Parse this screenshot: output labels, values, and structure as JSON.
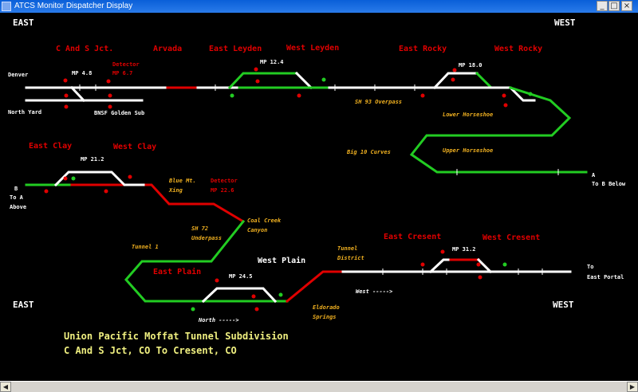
{
  "window": {
    "title": "ATCS Monitor Dispatcher Display",
    "buttons": {
      "minimize": "_",
      "maximize": "□",
      "close": "×"
    }
  },
  "scrollbar": {
    "left_arrow": "◀",
    "right_arrow": "▶"
  },
  "colors": {
    "background": "#000000",
    "track_unoccupied": "#ffffff",
    "track_occupied": "#e00000",
    "track_lined": "#22cc22",
    "station_label": "#e00000",
    "note_label": "#f0b020",
    "text": "#ffffff"
  },
  "display": {
    "top": {
      "east": "EAST",
      "west": "WEST"
    },
    "bottom": {
      "east": "EAST",
      "west": "WEST"
    },
    "stations": {
      "c_and_s_jct": "C And S Jct.",
      "arvada": "Arvada",
      "east_leyden": "East Leyden",
      "west_leyden": "West Leyden",
      "east_rocky": "East Rocky",
      "west_rocky": "West Rocky",
      "east_clay": "East Clay",
      "west_clay": "West Clay",
      "east_plain": "East Plain",
      "west_plain": "West Plain",
      "east_cresent": "East Cresent",
      "west_cresent": "West Cresent"
    },
    "mileposts": {
      "mp_4_8": "MP 4.8",
      "mp_12_4": "MP 12.4",
      "mp_18_0": "MP 18.0",
      "mp_21_2": "MP 21.2",
      "mp_24_5": "MP 24.5",
      "mp_31_2": "MP 31.2"
    },
    "places": {
      "denver": "Denver",
      "north_yard": "North Yard",
      "bnsf_golden_sub": "BNSF Golden Sub",
      "b_left": "B",
      "to_a_above_1": "To A",
      "to_a_above_2": "Above",
      "a_right": "A",
      "to_b_below": "To B Below",
      "to": "To",
      "east_portal": "East Portal"
    },
    "notes": {
      "detector_1a": "Detector",
      "detector_1b": "MP 6.7",
      "sh93": "SH 93 Overpass",
      "lower_horseshoe": "Lower Horseshoe",
      "upper_horseshoe": "Upper Horseshoe",
      "big_10": "Big 10 Curves",
      "blue_mt_1": "Blue Mt.",
      "blue_mt_2": "Xing",
      "detector_2a": "Detector",
      "detector_2b": "MP 22.6",
      "coal_creek_1": "Coal Creek",
      "coal_creek_2": "Canyon",
      "sh72_1": "SH 72",
      "sh72_2": "Underpass",
      "tunnel_1": "Tunnel 1",
      "tunnel_district_1": "Tunnel",
      "tunnel_district_2": "District",
      "eldorado_1": "Eldorado",
      "eldorado_2": "Springs"
    },
    "directions": {
      "west": "West ----->",
      "north": "North ----->"
    },
    "footer": {
      "line1": "Union Pacific Moffat Tunnel Subdivision",
      "line2": "C And S Jct, CO To Cresent, CO"
    }
  }
}
